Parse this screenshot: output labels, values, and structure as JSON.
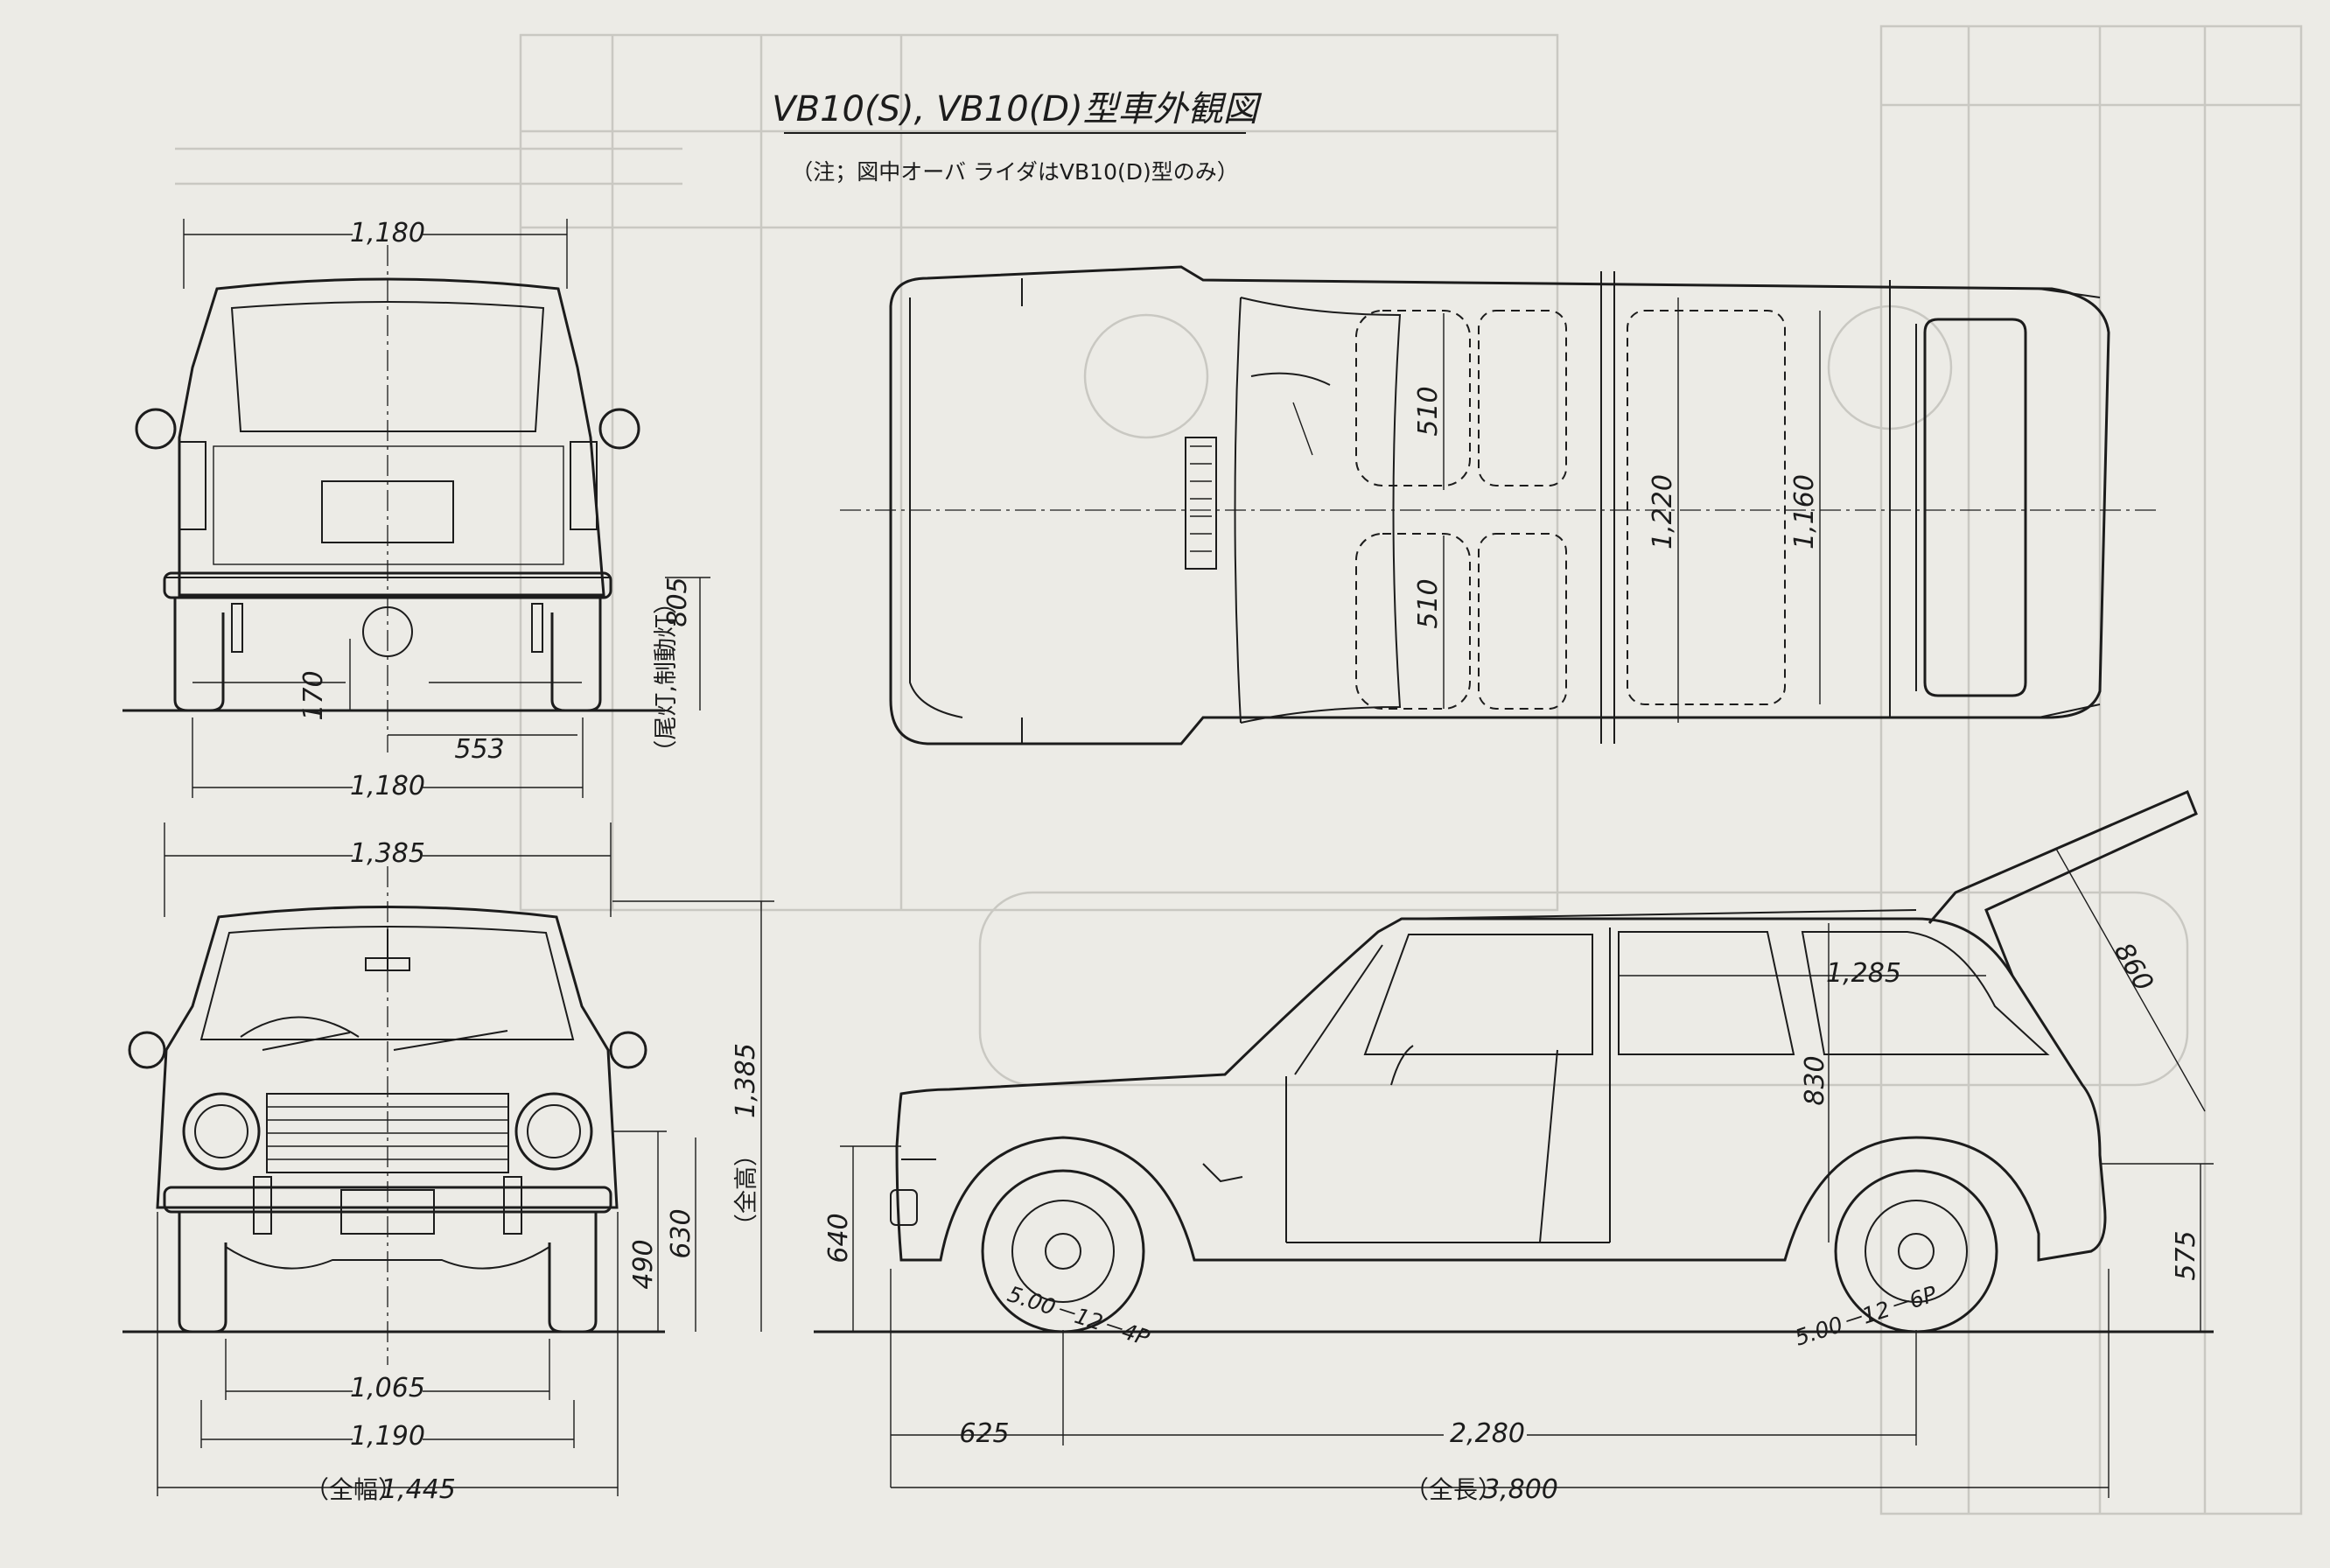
{
  "title": "VB10(S), VB10(D)型車外観図",
  "note": "（注；図中オーバ ライダはVB10(D)型のみ）",
  "rear_view": {
    "width_top": "1,180",
    "width_bottom": "1,180",
    "tread": "553",
    "bumper_height": "170",
    "lamp_label": "（尾灯,制動灯）",
    "lamp_height": "805"
  },
  "front_view": {
    "overall_width_top": "1,385",
    "overall_height_label": "（全高）",
    "overall_height": "1,385",
    "tread_1065": "1,065",
    "width_1190": "1,190",
    "overall_width_label": "（全幅）",
    "overall_width": "1,445",
    "headlamp_490": "490",
    "headlamp_630": "630"
  },
  "top_view": {
    "seat_front": "510",
    "seat_rear": "510",
    "interior_width": "1,220",
    "cargo_width": "1,160"
  },
  "side_view": {
    "bumper_640": "640",
    "front_overhang": "625",
    "wheelbase": "2,280",
    "overall_length_label": "（全長）",
    "overall_length": "3,800",
    "cargo_length": "1,285",
    "cargo_height": "830",
    "tailgate": "860",
    "rear_575": "575",
    "tire_front": "5.00－12－4P",
    "tire_rear": "5.00－12－6P"
  },
  "colors": {
    "paper": "#ecebe6",
    "ink": "#1c1c1c",
    "bleed": "#c9c8c2"
  }
}
